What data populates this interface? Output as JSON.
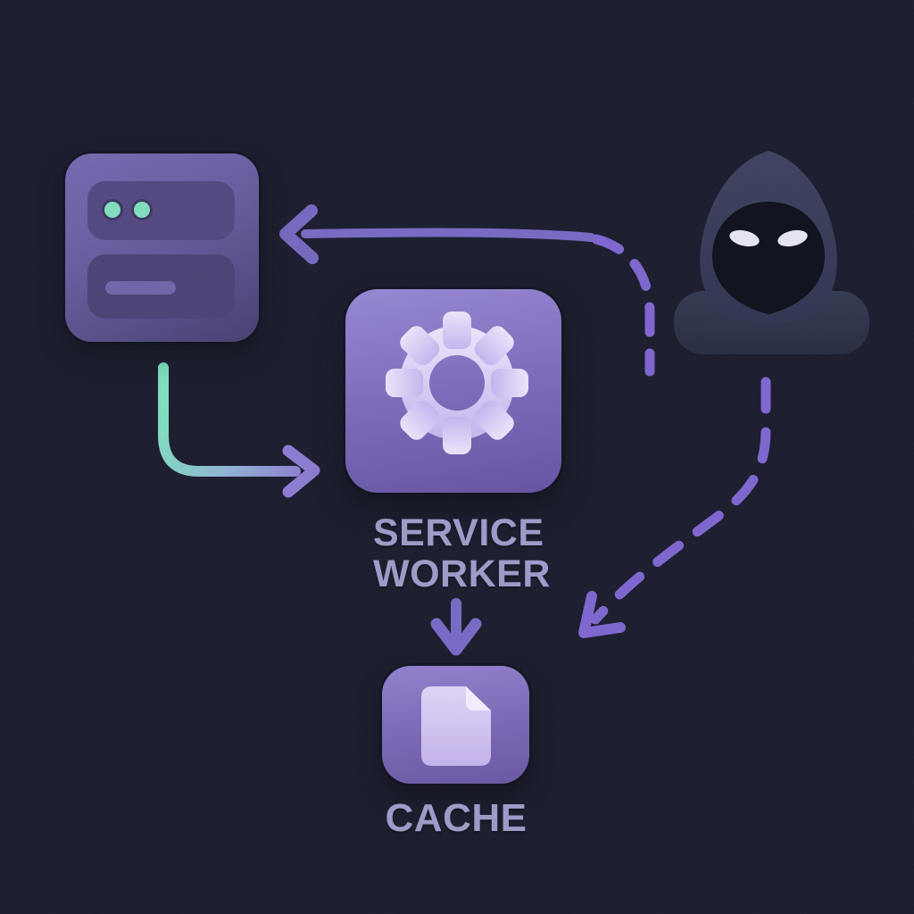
{
  "background": "#191b2c",
  "labels": {
    "service_worker_line1": "SERVICE",
    "service_worker_line2": "WORKER",
    "cache": "CACHE"
  },
  "colors": {
    "background": "#191b2c",
    "server_purple_light": "#7468af",
    "server_purple_dark": "#453e6f",
    "server_panel": "#51477f",
    "accent_teal": "#7edcbc",
    "node_purple_light": "#9586d1",
    "node_purple_dark": "#63519e",
    "glyph_lavender_light": "#eae3fa",
    "glyph_lavender_dark": "#c4b3ec",
    "arrow_solid_purple": "#7668c2",
    "arrow_dash_purple": "#7c64cd",
    "arrow_teal_start": "#7edcbc",
    "label_text": "#9b99c6",
    "hacker_hood": "#3b405c",
    "hacker_face": "#0d0f1a",
    "hacker_eyes": "#e4e4f0",
    "hacker_shoulders": "#323750"
  },
  "icons": {
    "server": "server-icon",
    "service_worker": "gear-icon",
    "cache": "document-icon",
    "attacker": "hacker-icon"
  },
  "nodes": [
    {
      "id": "server",
      "icon": "server-icon",
      "label": ""
    },
    {
      "id": "service-worker",
      "icon": "gear-icon",
      "label": "SERVICE WORKER"
    },
    {
      "id": "cache",
      "icon": "document-icon",
      "label": "CACHE"
    },
    {
      "id": "attacker",
      "icon": "hacker-icon",
      "label": ""
    }
  ],
  "edges": [
    {
      "from": "server",
      "to": "service-worker",
      "style": "solid",
      "color": "teal-to-purple-gradient"
    },
    {
      "from": "service-worker",
      "to": "cache",
      "style": "solid",
      "color": "purple"
    },
    {
      "from": "attacker",
      "to": "server",
      "style": "dashed-joining-solid",
      "color": "purple"
    },
    {
      "from": "attacker",
      "to": "cache",
      "style": "dashed",
      "color": "purple"
    }
  ]
}
